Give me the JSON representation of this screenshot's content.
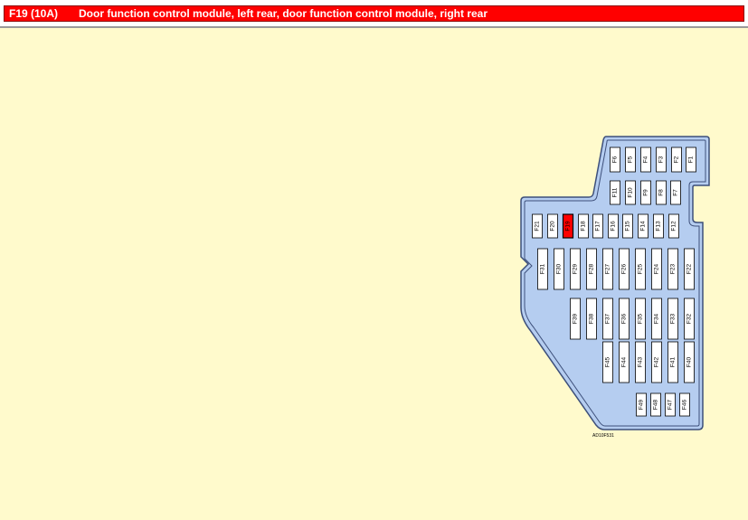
{
  "header": {
    "fuse": "F19 (10A)",
    "description": "Door function control module, left rear, door function control module, right rear"
  },
  "diagram": {
    "selected_fuse": "F19",
    "figure_code": "AD10F531",
    "colors": {
      "background": "#fffacc",
      "box_fill": "#b5cdf0",
      "highlight": "#ff0000",
      "header_text": "#ffffff"
    },
    "fuses": [
      "F1",
      "F2",
      "F3",
      "F4",
      "F5",
      "F6",
      "F7",
      "F8",
      "F9",
      "F10",
      "F11",
      "F12",
      "F13",
      "F14",
      "F15",
      "F16",
      "F17",
      "F18",
      "F19",
      "F20",
      "F21",
      "F22",
      "F23",
      "F24",
      "F25",
      "F26",
      "F27",
      "F28",
      "F29",
      "F30",
      "F31",
      "F32",
      "F33",
      "F34",
      "F35",
      "F36",
      "F37",
      "F38",
      "F39",
      "F40",
      "F41",
      "F42",
      "F43",
      "F44",
      "F45",
      "F46",
      "F47",
      "F48",
      "F49"
    ]
  }
}
